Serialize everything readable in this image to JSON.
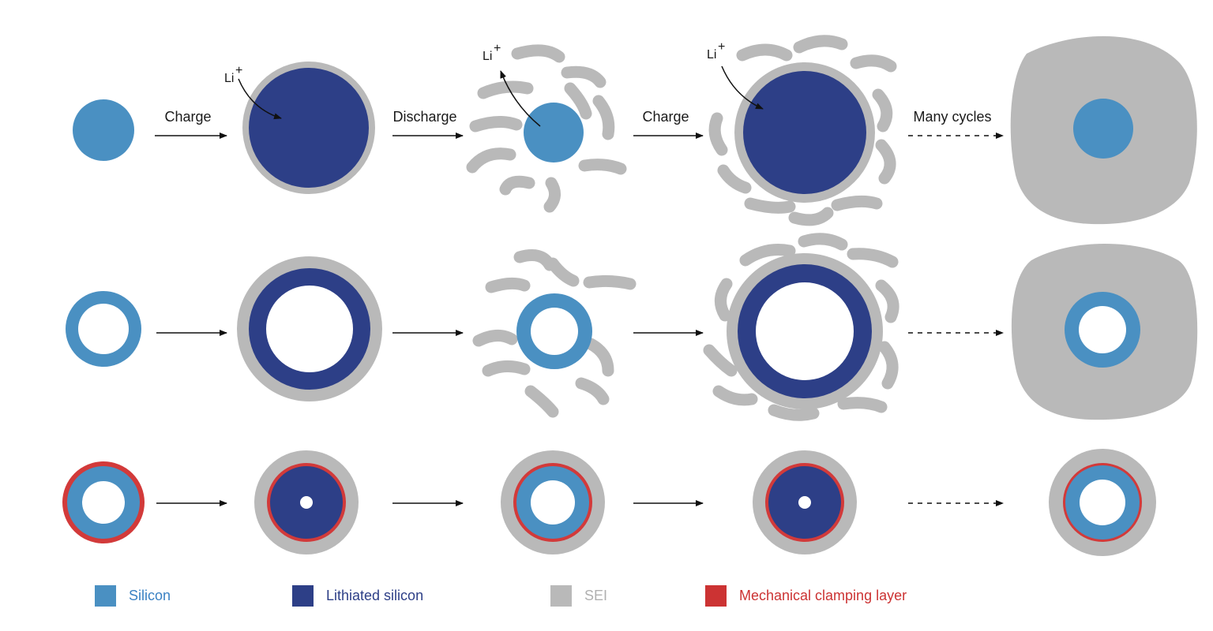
{
  "labels": {
    "charge": "Charge",
    "discharge": "Discharge",
    "charge_2": "Charge",
    "many_cycles": "Many cycles",
    "li_ion": "Li",
    "li_sup": "+"
  },
  "legend": [
    {
      "label": "Silicon",
      "color": "#4a90c2",
      "text_color": "#3b82c4"
    },
    {
      "label": "Lithiated silicon",
      "color": "#2d3f87",
      "text_color": "#2d3f87"
    },
    {
      "label": "SEI",
      "color": "#b9b9b9",
      "text_color": "#b0b0b0"
    },
    {
      "label": "Mechanical clamping layer",
      "color": "#cc3333",
      "text_color": "#cc3333"
    }
  ],
  "colors": {
    "silicon": "#4a90c2",
    "lithiated_silicon": "#2d3f87",
    "sei": "#b9b9b9",
    "clamping_layer": "#d23a3a",
    "arrow": "#111111"
  }
}
